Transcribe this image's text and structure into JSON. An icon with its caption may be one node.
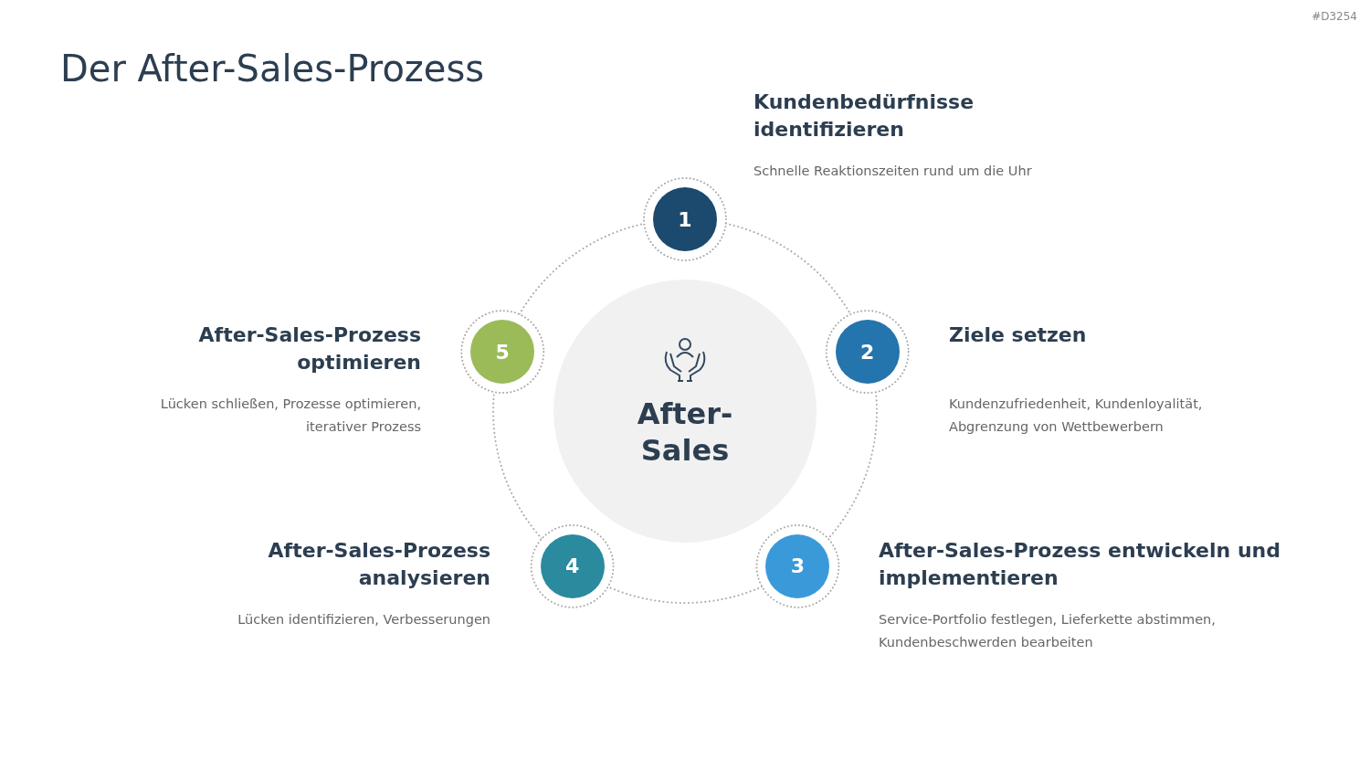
{
  "diagram": {
    "title": "Der After-Sales-Prozess",
    "nodes": [
      {
        "text": [
          "After-Sales"
        ]
      },
      {
        "text": [
          "1"
        ],
        "beside": [
          "Kundenbedürfnisse identifizieren",
          "Schnelle Reaktionszeiten rund um die Uhr"
        ]
      },
      {
        "text": [
          "2"
        ],
        "beside": [
          "Ziele setzen",
          "Kundenzufriedenheit, Kundenloyalität, Abgrenzung von Wettbewerbern"
        ]
      },
      {
        "text": [
          "3"
        ],
        "beside": [
          "After-Sales-Prozess entwickeln und implementieren",
          "Service-Portfolio festlegen, Lieferkette abstimmen, Kundenbeschwerden bearbeiten"
        ]
      },
      {
        "text": [
          "4"
        ],
        "beside": [
          "After-Sales-Prozess analysieren",
          "Lücken identifizieren, Verbesserungen"
        ]
      },
      {
        "text": [
          "5"
        ],
        "beside": [
          "After-Sales-Prozess optimieren",
          "Lücken schließen, Prozesse optimieren, iterativer Prozess"
        ]
      }
    ],
    "edges": [
      {
        "from": 1,
        "to": 2,
        "arrow": "none",
        "style": "dashed"
      },
      {
        "from": 2,
        "to": 3,
        "arrow": "none",
        "style": "dashed"
      },
      {
        "from": 3,
        "to": 4,
        "arrow": "none",
        "style": "dashed"
      },
      {
        "from": 4,
        "to": 5,
        "arrow": "none",
        "style": "dashed"
      },
      {
        "from": 5,
        "to": 1,
        "arrow": "none",
        "style": "dashed"
      }
    ],
    "labels": [
      "#D3254"
    ]
  }
}
